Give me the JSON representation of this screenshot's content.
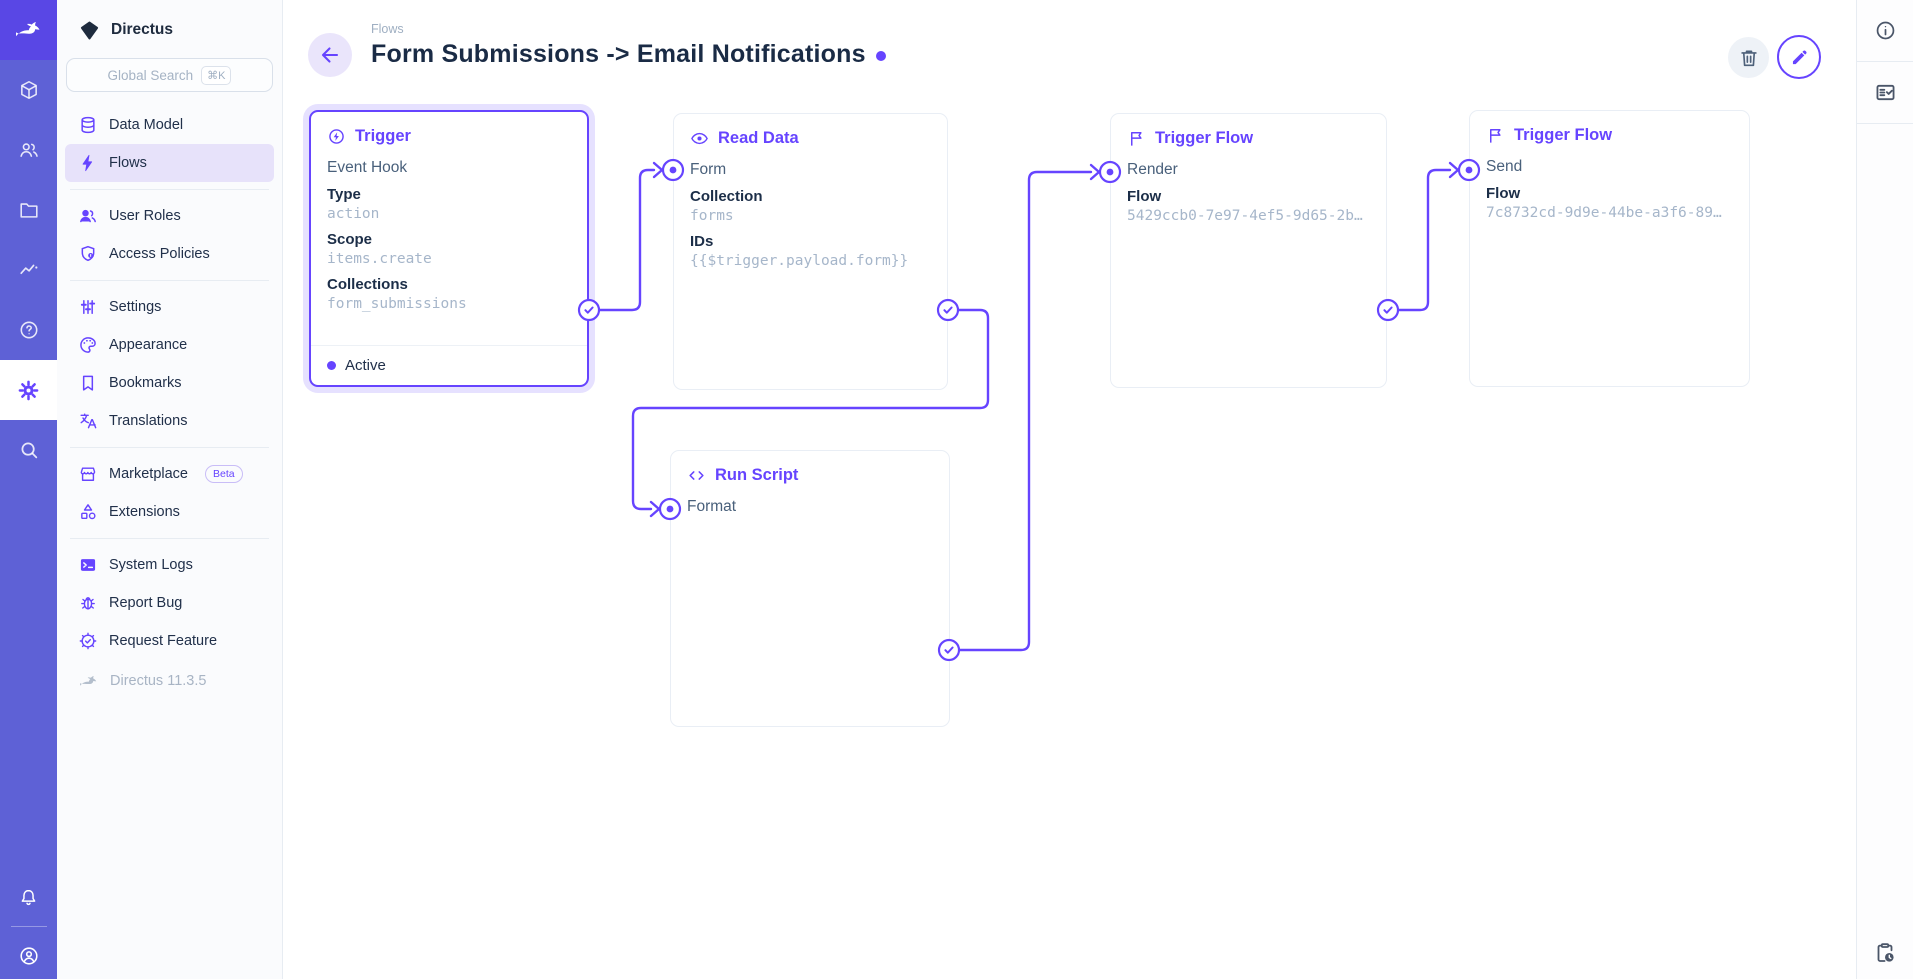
{
  "colors": {
    "accent": "#6644FF",
    "module_bar": "#5E61D6",
    "module_bar_brand": "#5947E5",
    "active_nav_bg": "#E7E2FA",
    "selected_node_border": "#6644FF",
    "mono_value_text": "#A6B6CA"
  },
  "sidebar": {
    "project_name": "Directus",
    "search": {
      "placeholder": "Global Search",
      "shortcut": "⌘K"
    },
    "items": [
      {
        "label": "Data Model"
      },
      {
        "label": "Flows"
      },
      {
        "label": "User Roles"
      },
      {
        "label": "Access Policies"
      },
      {
        "label": "Settings"
      },
      {
        "label": "Appearance"
      },
      {
        "label": "Bookmarks"
      },
      {
        "label": "Translations"
      },
      {
        "label": "Marketplace",
        "badge": "Beta"
      },
      {
        "label": "Extensions"
      },
      {
        "label": "System Logs"
      },
      {
        "label": "Report Bug"
      },
      {
        "label": "Request Feature"
      }
    ],
    "version": "Directus 11.3.5"
  },
  "header": {
    "breadcrumb": "Flows",
    "title": "Form Submissions -> Email Notifications"
  },
  "flow": {
    "nodes": {
      "trigger": {
        "type": "Trigger",
        "name": "Event Hook",
        "fields": [
          {
            "label": "Type",
            "value": "action"
          },
          {
            "label": "Scope",
            "value": "items.create"
          },
          {
            "label": "Collections",
            "value": "form_submissions"
          }
        ],
        "status": "Active"
      },
      "read_data": {
        "type": "Read Data",
        "name": "Form",
        "fields": [
          {
            "label": "Collection",
            "value": "forms"
          },
          {
            "label": "IDs",
            "value": "{{$trigger.payload.form}}"
          }
        ]
      },
      "trigger_flow_render": {
        "type": "Trigger Flow",
        "name": "Render",
        "fields": [
          {
            "label": "Flow",
            "value": "5429ccb0-7e97-4ef5-9d65-2b…"
          }
        ]
      },
      "trigger_flow_send": {
        "type": "Trigger Flow",
        "name": "Send",
        "fields": [
          {
            "label": "Flow",
            "value": "7c8732cd-9d9e-44be-a3f6-89…"
          }
        ]
      },
      "run_script": {
        "type": "Run Script",
        "name": "Format"
      }
    }
  }
}
